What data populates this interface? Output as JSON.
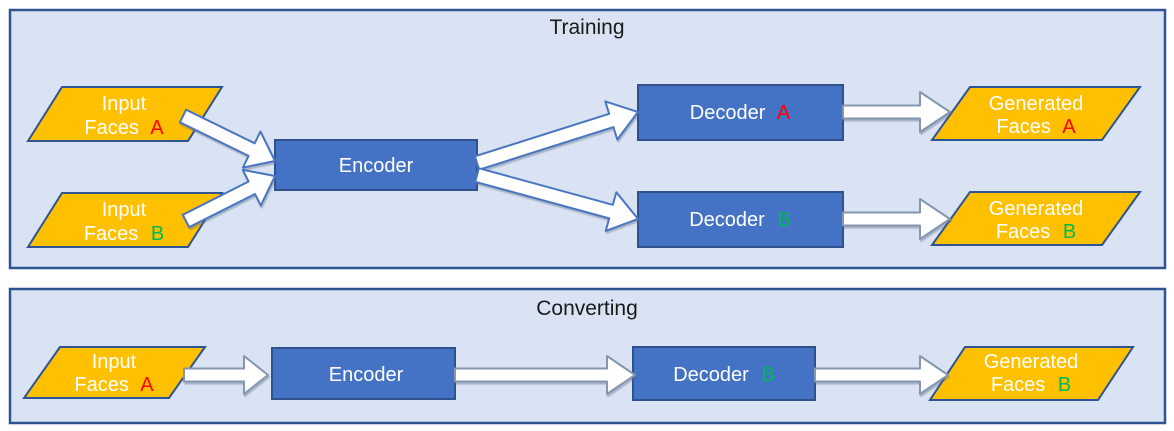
{
  "colors": {
    "page_background": "#FFFFFF",
    "panel_fill": "#DAE3F3",
    "panel_border": "#2F5496",
    "box_fill": "#4472C4",
    "box_border": "#2F528F",
    "parallelogram_fill": "#FFC000",
    "parallelogram_border": "#2F5496",
    "arrow_fill": "#FFFFFF",
    "arrow_border_strong": "#4A76C0",
    "arrow_border_soft": "#8496B0",
    "shape_text": "#FFFFFF",
    "title_text": "#1A1A1A",
    "letter_a": "#FF0000",
    "letter_b": "#00B956"
  },
  "training": {
    "title": "Training",
    "input_a": {
      "line1": "Input",
      "line2": "Faces",
      "letter": "A"
    },
    "input_b": {
      "line1": "Input",
      "line2": "Faces",
      "letter": "B"
    },
    "encoder": {
      "label": "Encoder"
    },
    "decoder_a": {
      "label": "Decoder",
      "letter": "A"
    },
    "decoder_b": {
      "label": "Decoder",
      "letter": "B"
    },
    "generated_a": {
      "line1": "Generated",
      "line2": "Faces",
      "letter": "A"
    },
    "generated_b": {
      "line1": "Generated",
      "line2": "Faces",
      "letter": "B"
    }
  },
  "converting": {
    "title": "Converting",
    "input_a": {
      "line1": "Input",
      "line2": "Faces",
      "letter": "A"
    },
    "encoder": {
      "label": "Encoder"
    },
    "decoder_b": {
      "label": "Decoder",
      "letter": "B"
    },
    "generated_b": {
      "line1": "Generated",
      "line2": "Faces",
      "letter": "B"
    }
  }
}
